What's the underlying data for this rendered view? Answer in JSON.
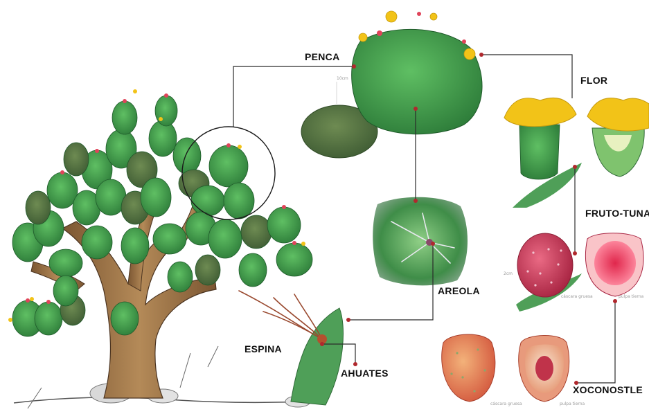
{
  "labels": {
    "penca": "PENCA",
    "flor": "FLOR",
    "fruto_tuna": "FRUTO-TUNA",
    "areola": "AREOLA",
    "espina": "ESPINA",
    "ahuates": "AHUATES",
    "xoconostle": "XOCONOSTLE"
  },
  "scale_marks": {
    "penca": "10cm",
    "fruto": "2cm"
  },
  "captions": {
    "tuna_left": "cáscara gruesa",
    "tuna_right": "pulpa tierna",
    "xoconostle_left": "cáscara gruesa",
    "xoconostle_right": "pulpa tierna"
  },
  "colors": {
    "leader_line": "#2a2a2a",
    "marker_dot": "#b0282d",
    "pad_green": "#3f9a4a",
    "flower_yellow": "#f2c318",
    "fruit_red": "#d23a55",
    "trunk_brown": "#a47a4c"
  }
}
